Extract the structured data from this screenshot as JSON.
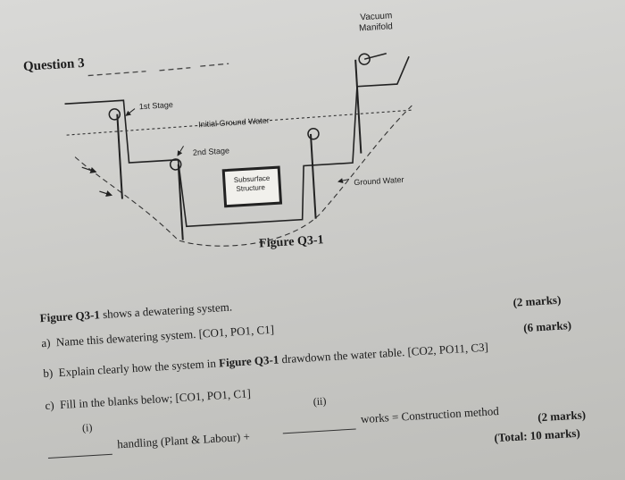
{
  "question_title": "Question 3",
  "figure": {
    "caption": "Figure Q3-1",
    "labels": {
      "vacuum_manifold_1": "Vacuum",
      "vacuum_manifold_2": "Manifold",
      "first_stage": "1st Stage",
      "second_stage": "2nd Stage",
      "initial_ground_water": "Initial Ground Water",
      "subsurface_1": "Subsurface",
      "subsurface_2": "Structure",
      "ground_water": "Ground Water"
    }
  },
  "intro": {
    "fig_ref": "Figure Q3-1",
    "text": " shows a dewatering system."
  },
  "questions": {
    "a": {
      "letter": "a)",
      "text": "Name this dewatering system. [CO1, PO1, C1]",
      "marks": "(2 marks)"
    },
    "b": {
      "letter": "b)",
      "pre": "Explain clearly how the system in ",
      "fig_ref": "Figure Q3-1",
      "post": " drawdown the water table. [CO2, PO11, C3]",
      "marks": "(6 marks)"
    },
    "c": {
      "letter": "c)",
      "text": "Fill in the blanks below; [CO1, PO1, C1]",
      "blank_i": "(i)",
      "blank_ii": "(ii)",
      "handling": "handling (Plant & Labour) +",
      "works": "works = Construction method",
      "marks": "(2 marks)"
    }
  },
  "total": "(Total: 10 marks)"
}
